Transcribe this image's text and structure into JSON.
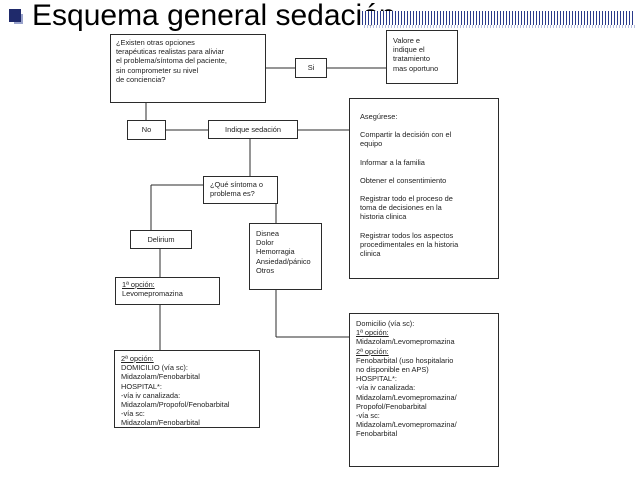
{
  "slide": {
    "title": "Esquema general sedación"
  },
  "nodes": {
    "question": {
      "lines": [
        "¿Existen otras opciones",
        "terapéuticas realistas para aliviar",
        "el problema/síntoma del paciente,",
        "sin comprometer su nivel",
        "de conciencia?"
      ]
    },
    "yes": {
      "label": "Si"
    },
    "assess": {
      "lines": [
        "Valore e",
        "indique el",
        "tratamiento",
        "mas oportuno"
      ]
    },
    "no": {
      "label": "No"
    },
    "indicate": {
      "label": "Indique sedación"
    },
    "ensure": {
      "title": "Asegúrese:",
      "items": [
        [
          "Compartir la decisión con el",
          "equipo"
        ],
        [
          "Informar a la familia"
        ],
        [
          "Obtener el consentimiento"
        ],
        [
          "Registrar todo el proceso de",
          "toma de decisiones en la",
          "historia clinica"
        ],
        [
          "Registrar todos los aspectos",
          "procedimentales en la historia",
          "clinica"
        ]
      ]
    },
    "symptom_q": {
      "lines": [
        "¿Qué síntoma o",
        "problema es?"
      ]
    },
    "delirium": {
      "label": "Delirium"
    },
    "symptoms": {
      "lines": [
        "Disnea",
        "Dolor",
        "Hemorragia",
        "Ansiedad/pánico",
        "Otros"
      ]
    },
    "opt1": {
      "heading": "1ª opción:",
      "lines": [
        "Levomepromazina"
      ]
    },
    "opt2": {
      "heading": "2ª opción:",
      "lines": [
        "DOMICILIO (vía sc):",
        "Midazolam/Fenobarbital",
        "HOSPITAL*:",
        "-vía iv canalizada:",
        "Midazolam/Propofol/Fenobarbital",
        "-vía sc:",
        "Midazolam/Fenobarbital"
      ]
    },
    "other_opts": {
      "top_line": "Domicilio (vía sc):",
      "opt1_heading": "1ª opción:",
      "opt1_line": "Midazolam/Levomepromazina",
      "opt2_heading": "2ª opción:",
      "lines": [
        "Fenobarbital (uso hospitalario",
        "no disponible en APS)",
        "HOSPITAL*:",
        "-vía iv canalizada:",
        "Midazolam/Levomepromazina/",
        "Propofol/Fenobarbital",
        "-vía sc:",
        "Midazolam/Levomepromazina/",
        "Fenobarbital"
      ]
    }
  },
  "colors": {
    "bullet": "#1f2a6b",
    "title_rule": "#2a3a8a",
    "line": "#2b2b2b"
  }
}
